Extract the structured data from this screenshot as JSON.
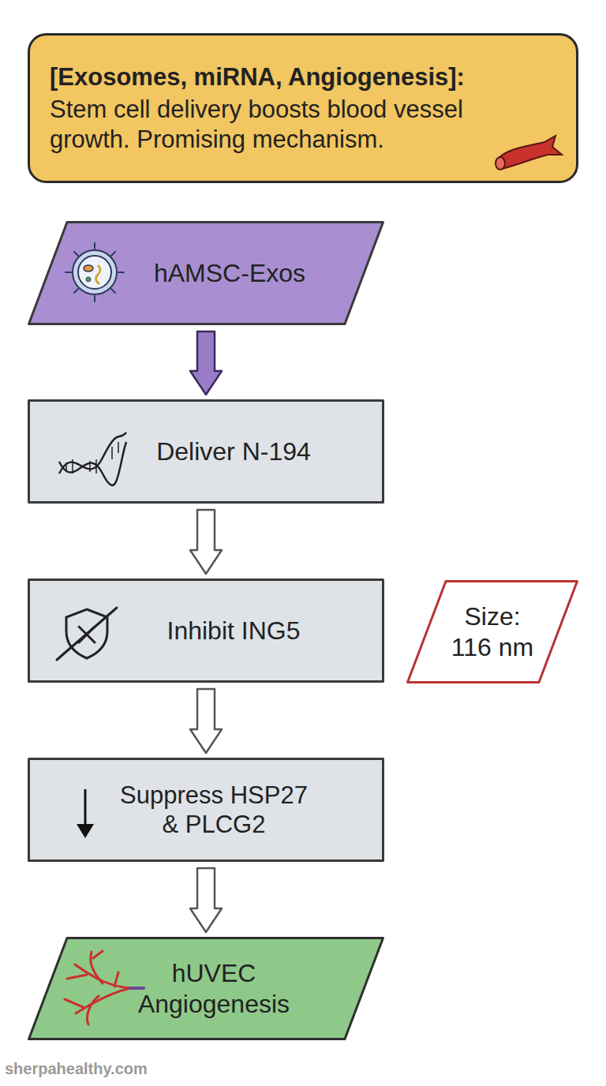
{
  "diagram": {
    "nodes": [
      {
        "text": [
          "[Exosomes, miRNA, Angiogenesis]:",
          "Stem cell delivery boosts blood vessel growth. Promising mechanism."
        ]
      },
      {
        "text": [
          "hAMSC-Exos"
        ]
      },
      {
        "text": [
          "Deliver N-194"
        ]
      },
      {
        "text": [
          "Inhibit ING5"
        ]
      },
      {
        "text": [
          "Size: 116 nm"
        ]
      },
      {
        "text": [
          "Suppress HSP27 & PLCG2"
        ]
      },
      {
        "text": [
          "hUVEC Angiogenesis"
        ]
      }
    ],
    "edges": [
      {
        "from": 1,
        "to": 2,
        "arrow": "to"
      },
      {
        "from": 2,
        "to": 3,
        "arrow": "to"
      },
      {
        "from": 3,
        "to": 5,
        "arrow": "to"
      },
      {
        "from": 5,
        "to": 6,
        "arrow": "to"
      }
    ],
    "labels": [
      "sherpahealthy.com"
    ]
  }
}
